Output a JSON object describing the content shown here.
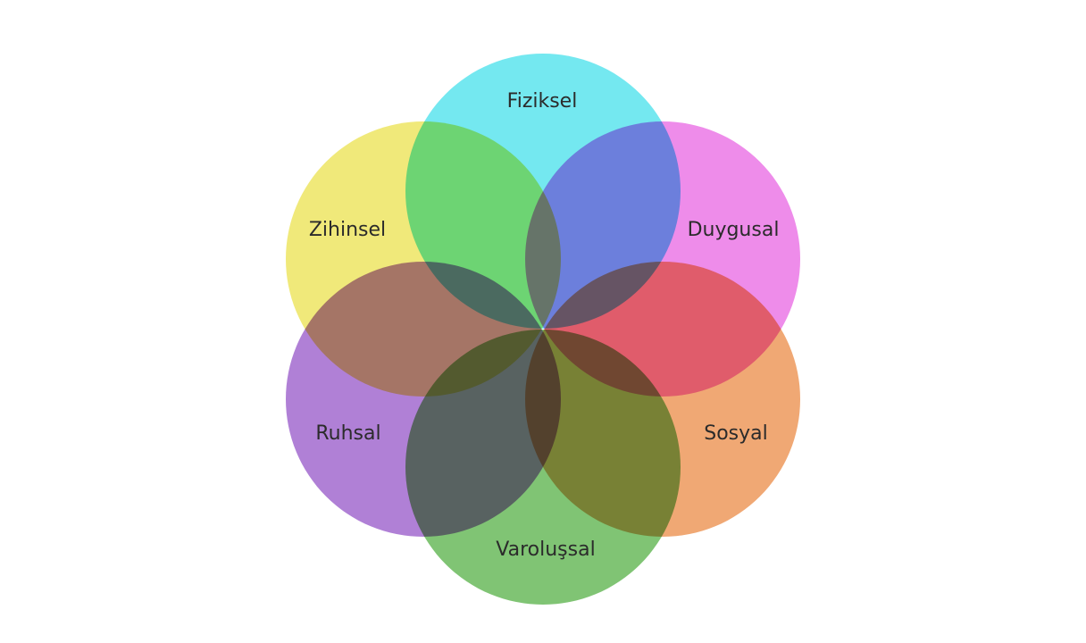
{
  "diagram": {
    "type": "six-petal-venn",
    "petals": [
      {
        "label": "Fiziksel",
        "color": "#74E8F0",
        "position": "top"
      },
      {
        "label": "Duygusal",
        "color": "#EE8CEA",
        "position": "upper-right"
      },
      {
        "label": "Sosyal",
        "color": "#F0A874",
        "position": "lower-right"
      },
      {
        "label": "Varoluşsal",
        "color": "#80C474",
        "position": "bottom"
      },
      {
        "label": "Ruhsal",
        "color": "#B080D6",
        "position": "lower-left"
      },
      {
        "label": "Zihinsel",
        "color": "#F0E97A",
        "position": "upper-left"
      }
    ]
  }
}
